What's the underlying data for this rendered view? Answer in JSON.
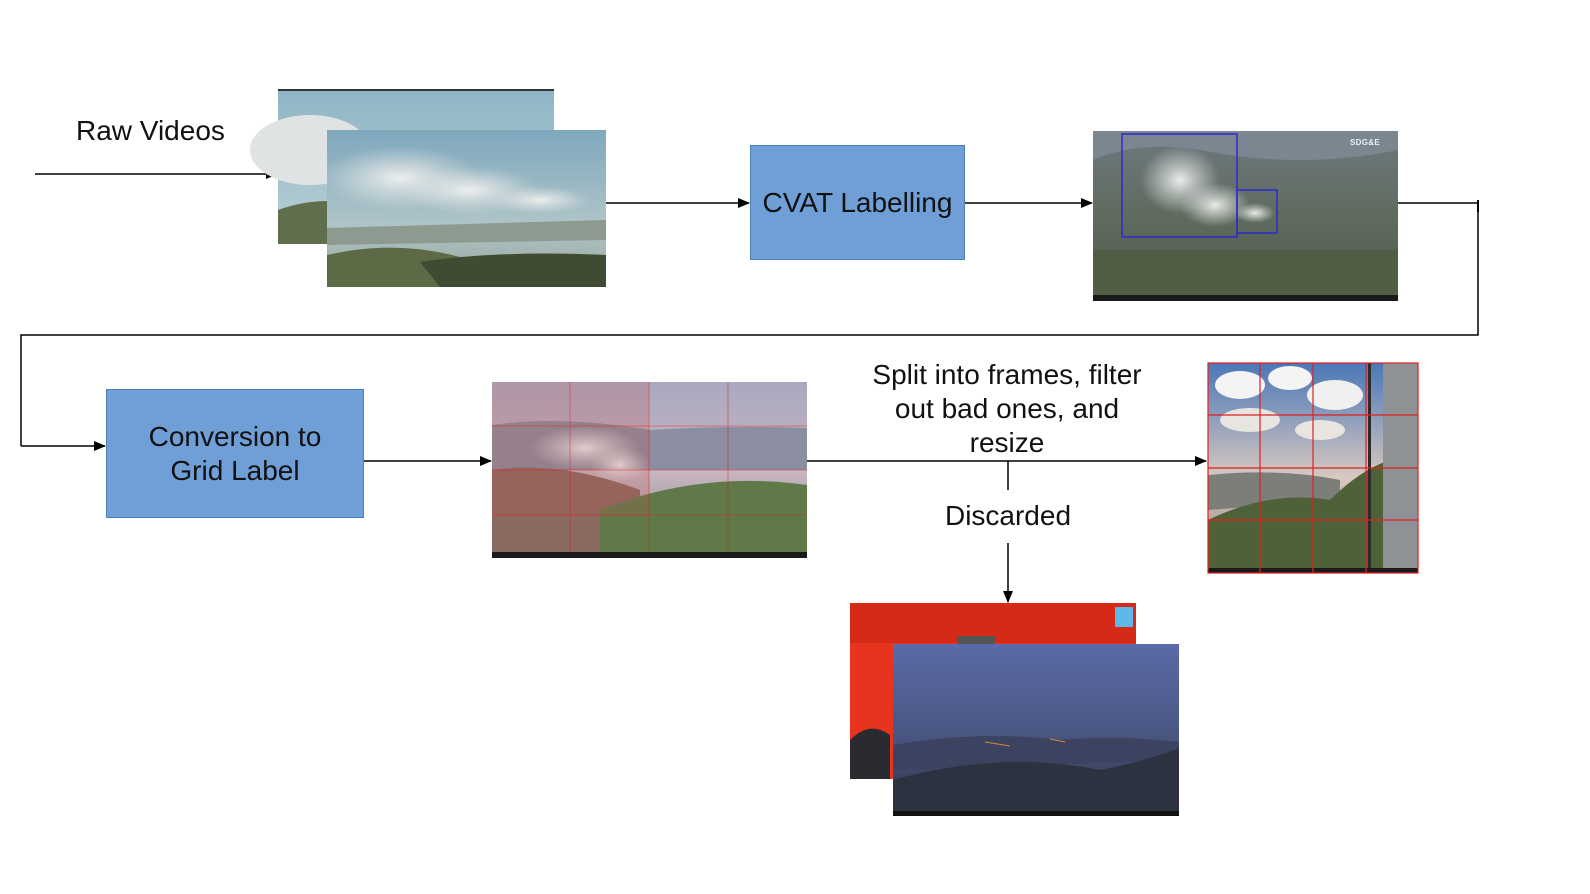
{
  "diagram": {
    "nodes": {
      "raw_videos": {
        "label": "Raw Videos"
      },
      "cvat": {
        "label": "CVAT Labelling"
      },
      "grid": {
        "label": "Conversion to Grid Label"
      },
      "split": {
        "label": "Split into frames, filter out bad ones, and resize"
      },
      "discarded": {
        "label": "Discarded"
      }
    },
    "colors": {
      "box_fill": "#6f9fd6",
      "box_border": "#4d7fb8",
      "arrow": "#000000",
      "bbox": "#2a2ad0",
      "grid": "#e02020"
    },
    "images": {
      "labelled_frame_brand": "SDG&E"
    }
  }
}
